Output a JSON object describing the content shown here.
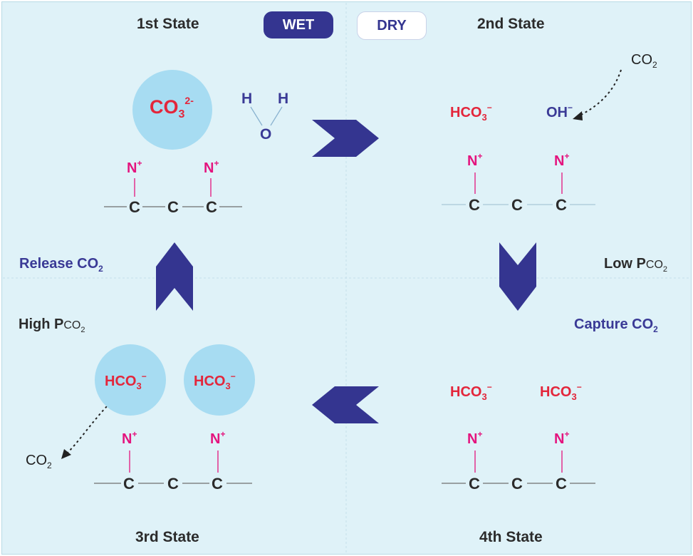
{
  "colors": {
    "background": "#dff2f8",
    "navy_arrow": "#343590",
    "anion_red": "#e3263b",
    "cation_pink": "#e4147e",
    "label_blue": "#3a3a96",
    "circle_fill": "#a7dcf2"
  },
  "modes": {
    "wet": "WET",
    "dry": "DRY"
  },
  "states": {
    "s1": "1st State",
    "s2": "2nd State",
    "s3": "3rd State",
    "s4": "4th State"
  },
  "labels": {
    "release_main": "Release CO",
    "release_sub": "2",
    "capture_main": "Capture CO",
    "capture_sub": "2",
    "high_main": "High P",
    "high_sub": "CO",
    "high_subsub": "2",
    "low_main": "Low P",
    "low_sub": "CO",
    "low_subsub": "2"
  },
  "species": {
    "carbonate": {
      "base": "CO",
      "sub": "3",
      "sup": "2-"
    },
    "bicarbonate": {
      "base": "HCO",
      "sub": "3",
      "sup": "−"
    },
    "hydroxide": {
      "base": "OH",
      "sup": "−"
    },
    "water": {
      "h": "H",
      "o": "O"
    },
    "co2": {
      "base": "CO",
      "sub": "2"
    },
    "cation": {
      "base": "N",
      "sup": "+"
    },
    "carbon": "C"
  }
}
